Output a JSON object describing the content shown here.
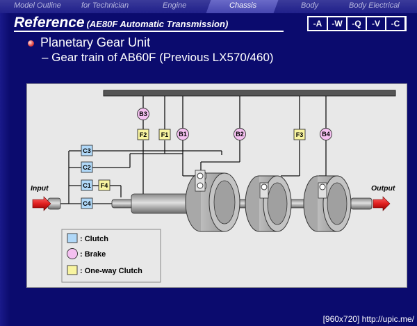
{
  "nav": {
    "items": [
      "Model Outline",
      "for Technician",
      "Engine",
      "Chassis",
      "Body",
      "Body Electrical"
    ],
    "active": "Chassis"
  },
  "title": {
    "main": "Reference",
    "sub": "(AE80F Automatic Transmission)"
  },
  "view_buttons": [
    "-A",
    "-W",
    "-Q",
    "-V",
    "-C"
  ],
  "bullet": "Planetary Gear Unit",
  "subbullet": "– Gear train of AB60F (Previous LX570/460)",
  "diagram": {
    "labels": {
      "input": "Input",
      "output": "Output",
      "clutches": [
        "C1",
        "C2",
        "C3",
        "C4"
      ],
      "brakes": [
        "B1",
        "B2",
        "B3",
        "B4"
      ],
      "owcs": [
        "F1",
        "F2",
        "F3",
        "F4"
      ]
    },
    "legend": [
      {
        "label": ": Clutch",
        "shape": "square",
        "color": "#b0d8f8"
      },
      {
        "label": ": Brake",
        "shape": "circle",
        "color": "#f4c0f0"
      },
      {
        "label": ": One-way Clutch",
        "shape": "square",
        "color": "#f8f4a0"
      }
    ]
  },
  "footer": "[960x720] http://upic.me/",
  "colors": {
    "background": "#0b0b6e",
    "clutch": "#b0d8f8",
    "brake": "#f4c0f0",
    "owc": "#f8f4a0",
    "arrow": "#e02020"
  }
}
